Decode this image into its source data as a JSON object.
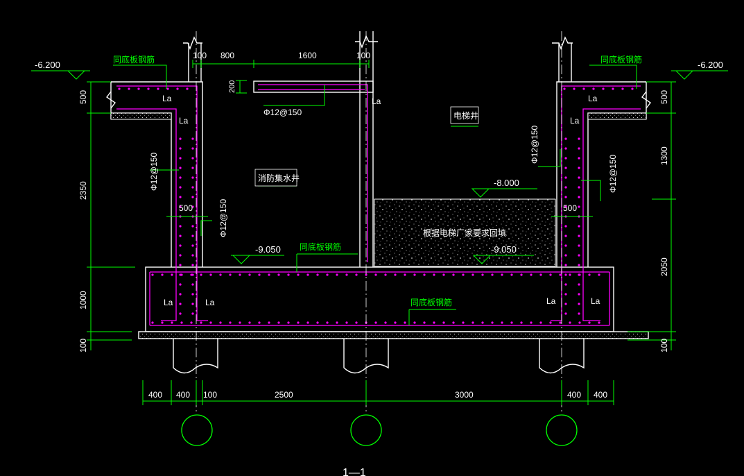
{
  "drawing": {
    "top_title": "",
    "section_mark": "1—1",
    "colors": {
      "structure": "#ffffff",
      "rebar": "#ff00ff",
      "dimension": "#00ff00",
      "label_text": "#00ff00",
      "grid_circle": "#00ff00",
      "text": "#ffffff"
    },
    "elevations": {
      "left_top": "-6.200",
      "right_top": "-6.200",
      "fill_top": "-8.000",
      "pit_floor_left": "-9.050",
      "pit_floor_right": "-9.050"
    },
    "rooms": {
      "fire_pool": "消防集水井",
      "elevator_shaft": "电梯井",
      "backfill_note": "根据电梯厂家要求回填"
    },
    "rebar_notes": {
      "same_as_slab_left": "同底板钢筋",
      "same_as_slab_right": "同底板钢筋",
      "same_as_slab_mid": "同底板钢筋",
      "same_as_slab_bottom": "同底板钢筋",
      "phi_top_beam": "Φ12@150",
      "phi_left_wall": "Φ12@150",
      "phi_left_inner": "Φ12@150",
      "phi_right_wall": "Φ12@150",
      "phi_right_outer": "Φ12@150"
    },
    "anchor_labels": [
      "La",
      "La",
      "La",
      "La",
      "La",
      "La",
      "La",
      "La",
      "La"
    ],
    "top_dims": {
      "d100a": "100",
      "d800": "800",
      "d1600": "1600",
      "d100b": "100",
      "d200": "200"
    },
    "left_dims": {
      "d500": "500",
      "d2350": "2350",
      "d1000": "1000",
      "d100": "100"
    },
    "right_dims": {
      "d500": "500",
      "d1300": "1300",
      "d2050": "2050",
      "d100": "100"
    },
    "mid_dims": {
      "left500": "500",
      "right500": "500"
    },
    "bottom_dims": {
      "d400a": "400",
      "d400b": "400",
      "d100": "100",
      "d2500": "2500",
      "d3000": "3000",
      "d400c": "400",
      "d400d": "400"
    }
  }
}
